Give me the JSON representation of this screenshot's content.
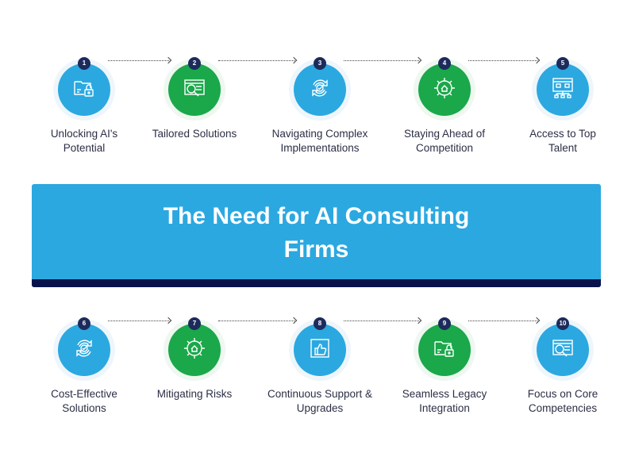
{
  "title_line1": "The Need for AI Consulting",
  "title_line2": "Firms",
  "colors": {
    "blue": "#2ba8e0",
    "green": "#1aa84a",
    "navy": "#1d2a5c",
    "stripe": "#07134a"
  },
  "steps": [
    {
      "num": "1",
      "l1": "Unlocking AI's",
      "l2": "Potential",
      "icon": "folder-lock-icon",
      "color": "blue"
    },
    {
      "num": "2",
      "l1": "Tailored Solutions",
      "l2": "",
      "icon": "browser-search-icon",
      "color": "green"
    },
    {
      "num": "3",
      "l1": "Navigating Complex",
      "l2": "Implementations",
      "icon": "refresh-check-icon",
      "color": "blue"
    },
    {
      "num": "4",
      "l1": "Staying Ahead of",
      "l2": "Competition",
      "icon": "gear-home-icon",
      "color": "green"
    },
    {
      "num": "5",
      "l1": "Access to Top",
      "l2": "Talent",
      "icon": "sitemap-icon",
      "color": "blue"
    },
    {
      "num": "6",
      "l1": "Cost-Effective",
      "l2": "Solutions",
      "icon": "refresh-check-icon",
      "color": "blue"
    },
    {
      "num": "7",
      "l1": "Mitigating Risks",
      "l2": "",
      "icon": "gear-home-icon",
      "color": "green"
    },
    {
      "num": "8",
      "l1": "Continuous Support &",
      "l2": "Upgrades",
      "icon": "thumbs-up-icon",
      "color": "blue"
    },
    {
      "num": "9",
      "l1": "Seamless Legacy",
      "l2": "Integration",
      "icon": "folder-lock-icon",
      "color": "green"
    },
    {
      "num": "10",
      "l1": "Focus on Core",
      "l2": "Competencies",
      "icon": "browser-search-icon",
      "color": "blue"
    }
  ]
}
